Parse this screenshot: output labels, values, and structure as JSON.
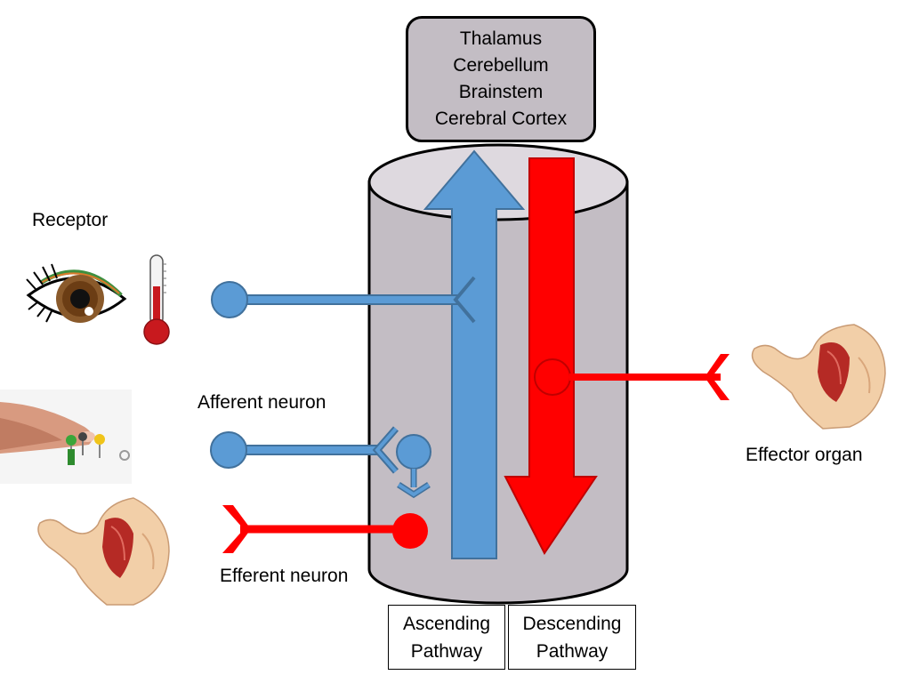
{
  "brain_structures": [
    "Thalamus",
    "Cerebellum",
    "Brainstem",
    "Cerebral Cortex"
  ],
  "labels": {
    "receptor": "Receptor",
    "afferent_neuron": "Afferent neuron",
    "efferent_neuron": "Efferent neuron",
    "effector_organ": "Effector organ"
  },
  "pathways": {
    "ascending": [
      "Ascending",
      "Pathway"
    ],
    "descending": [
      "Descending",
      "Pathway"
    ]
  },
  "icons": {
    "eye": "eye-icon",
    "thermometer": "thermometer-icon",
    "pin_touch": "finger-touching-pin-icon",
    "muscle": "arm-muscle-icon"
  },
  "colors": {
    "afferent": "#5b9bd5",
    "efferent": "#ff0000",
    "spinal_cord": "#c3bdc4",
    "cord_top": "#ded9df"
  }
}
